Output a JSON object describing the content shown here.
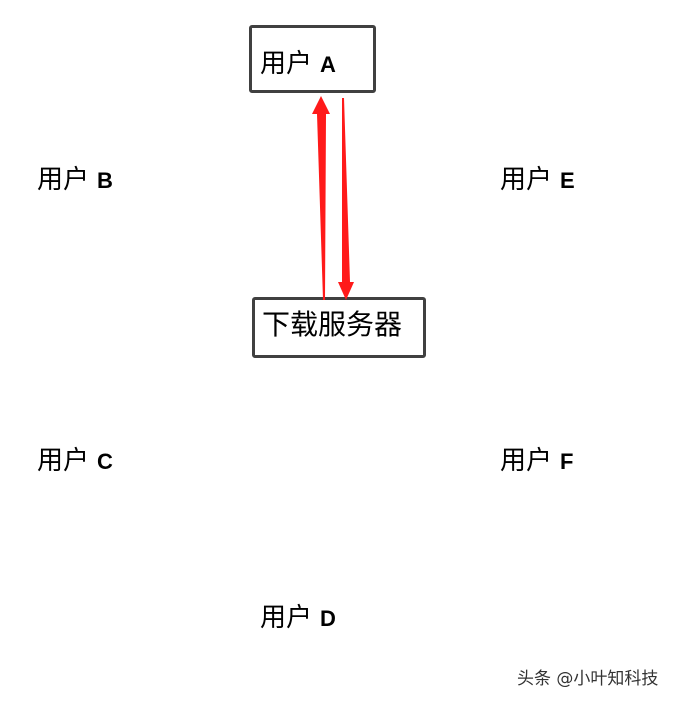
{
  "diagram": {
    "nodes": [
      {
        "id": "A",
        "cn": "用户",
        "letter": "A",
        "boxed": true
      },
      {
        "id": "B",
        "cn": "用户",
        "letter": "B",
        "boxed": false
      },
      {
        "id": "E",
        "cn": "用户",
        "letter": "E",
        "boxed": false
      },
      {
        "id": "server",
        "cn": "下载服务器",
        "letter": "",
        "boxed": true
      },
      {
        "id": "C",
        "cn": "用户",
        "letter": "C",
        "boxed": false
      },
      {
        "id": "F",
        "cn": "用户",
        "letter": "F",
        "boxed": false
      },
      {
        "id": "D",
        "cn": "用户",
        "letter": "D",
        "boxed": false
      }
    ],
    "edges": [
      {
        "from": "server",
        "to": "A",
        "color": "#ff0000"
      },
      {
        "from": "A",
        "to": "server",
        "color": "#ff0000"
      }
    ]
  },
  "watermark": "头条 @小叶知科技"
}
